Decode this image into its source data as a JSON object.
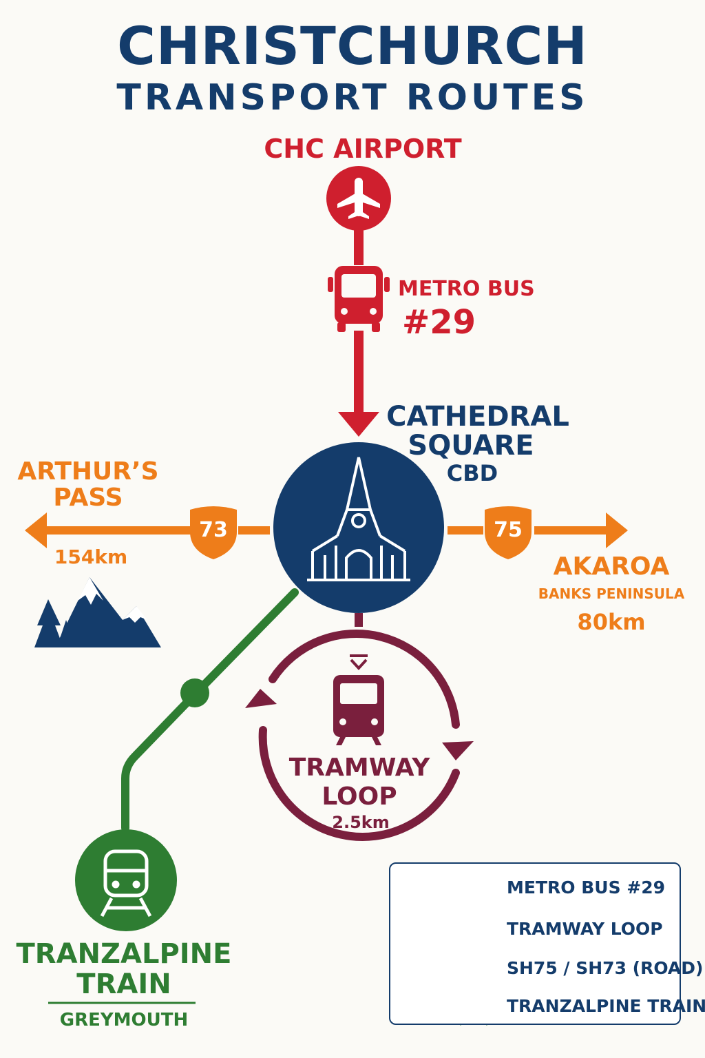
{
  "title": {
    "line1": "CHRISTCHURCH",
    "line2": "TRANSPORT ROUTES"
  },
  "airport": {
    "label": "CHC AIRPORT",
    "icon": "airplane-icon"
  },
  "metro_bus": {
    "line1": "METRO BUS",
    "line2": "#29",
    "icon": "bus-icon"
  },
  "cathedral": {
    "line1": "CATHEDRAL",
    "line2": "SQUARE",
    "line3": "CBD",
    "icon": "cathedral-icon"
  },
  "arthurs_pass": {
    "line1": "ARTHUR’S",
    "line2": "PASS",
    "distance": "154km",
    "shield": "73",
    "icon": "mountain-icon"
  },
  "akaroa": {
    "line1": "AKAROA",
    "line2": "BANKS PENINSULA",
    "distance": "80km",
    "shield": "75"
  },
  "tramway": {
    "line1": "TRAMWAY",
    "line2": "LOOP",
    "distance": "2.5km",
    "icon": "tram-icon"
  },
  "tranzalpine": {
    "line1": "TRANZALPINE",
    "line2": "TRAIN",
    "line3": "GREYMOUTH",
    "icon": "train-icon"
  },
  "legend": [
    {
      "label": "METRO BUS #29",
      "color": "#cf1f2e",
      "icon": "bus-icon"
    },
    {
      "label": "TRAMWAY LOOP",
      "color": "#7a1f3d",
      "icon": "tram-icon"
    },
    {
      "label": "SH75 / SH73 (ROAD)",
      "color": "#ee7d1a",
      "icon": "shield-icon"
    },
    {
      "label": "TRANZALPINE TRAIN",
      "color": "#2e7d32",
      "icon": "train-icon"
    }
  ],
  "colors": {
    "navy": "#143c6b",
    "red": "#cf1f2e",
    "orange": "#ee7d1a",
    "green": "#2e7d32",
    "maroon": "#7a1f3d"
  }
}
